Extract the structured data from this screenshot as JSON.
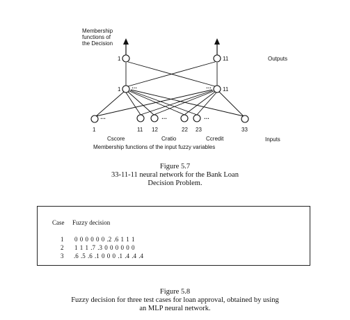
{
  "figure57": {
    "membership_label_1": "Membership",
    "membership_label_2": "functions of",
    "membership_label_3": "the Decision",
    "output_left_index": "1",
    "output_right_index": "11",
    "outputs_label": "Outputs",
    "hidden_left_index": "1",
    "hidden_right_index": "11",
    "input_indices": [
      "1",
      "11",
      "12",
      "22",
      "23",
      "33"
    ],
    "group_labels": [
      "Cscore",
      "Cratio",
      "Ccredit"
    ],
    "inputs_label": "Inputs",
    "membership_inputs_label": "Membership functions of the input fuzzy variables",
    "ellipsis": "…",
    "caption_title": "Figure 5.7",
    "caption_line1": "33-11-11 neural network for the Bank Loan",
    "caption_line2": "Decision Problem."
  },
  "figure58": {
    "header_case": "Case",
    "header_decision": "Fuzzy decision",
    "rows": [
      {
        "case": "1",
        "values": "0 0 0 0 0 0 .2 .6 1 1 1"
      },
      {
        "case": "2",
        "values": "1 1 1 .7 .3 0 0 0 0 0 0"
      },
      {
        "case": "3",
        "values": ".6 .5 .6 .1 0 0 0 .1 .4 .4 .4"
      }
    ],
    "caption_title": "Figure 5.8",
    "caption_line1": "Fuzzy decision for three test cases for loan approval, obtained by using",
    "caption_line2": "an MLP neural network."
  }
}
